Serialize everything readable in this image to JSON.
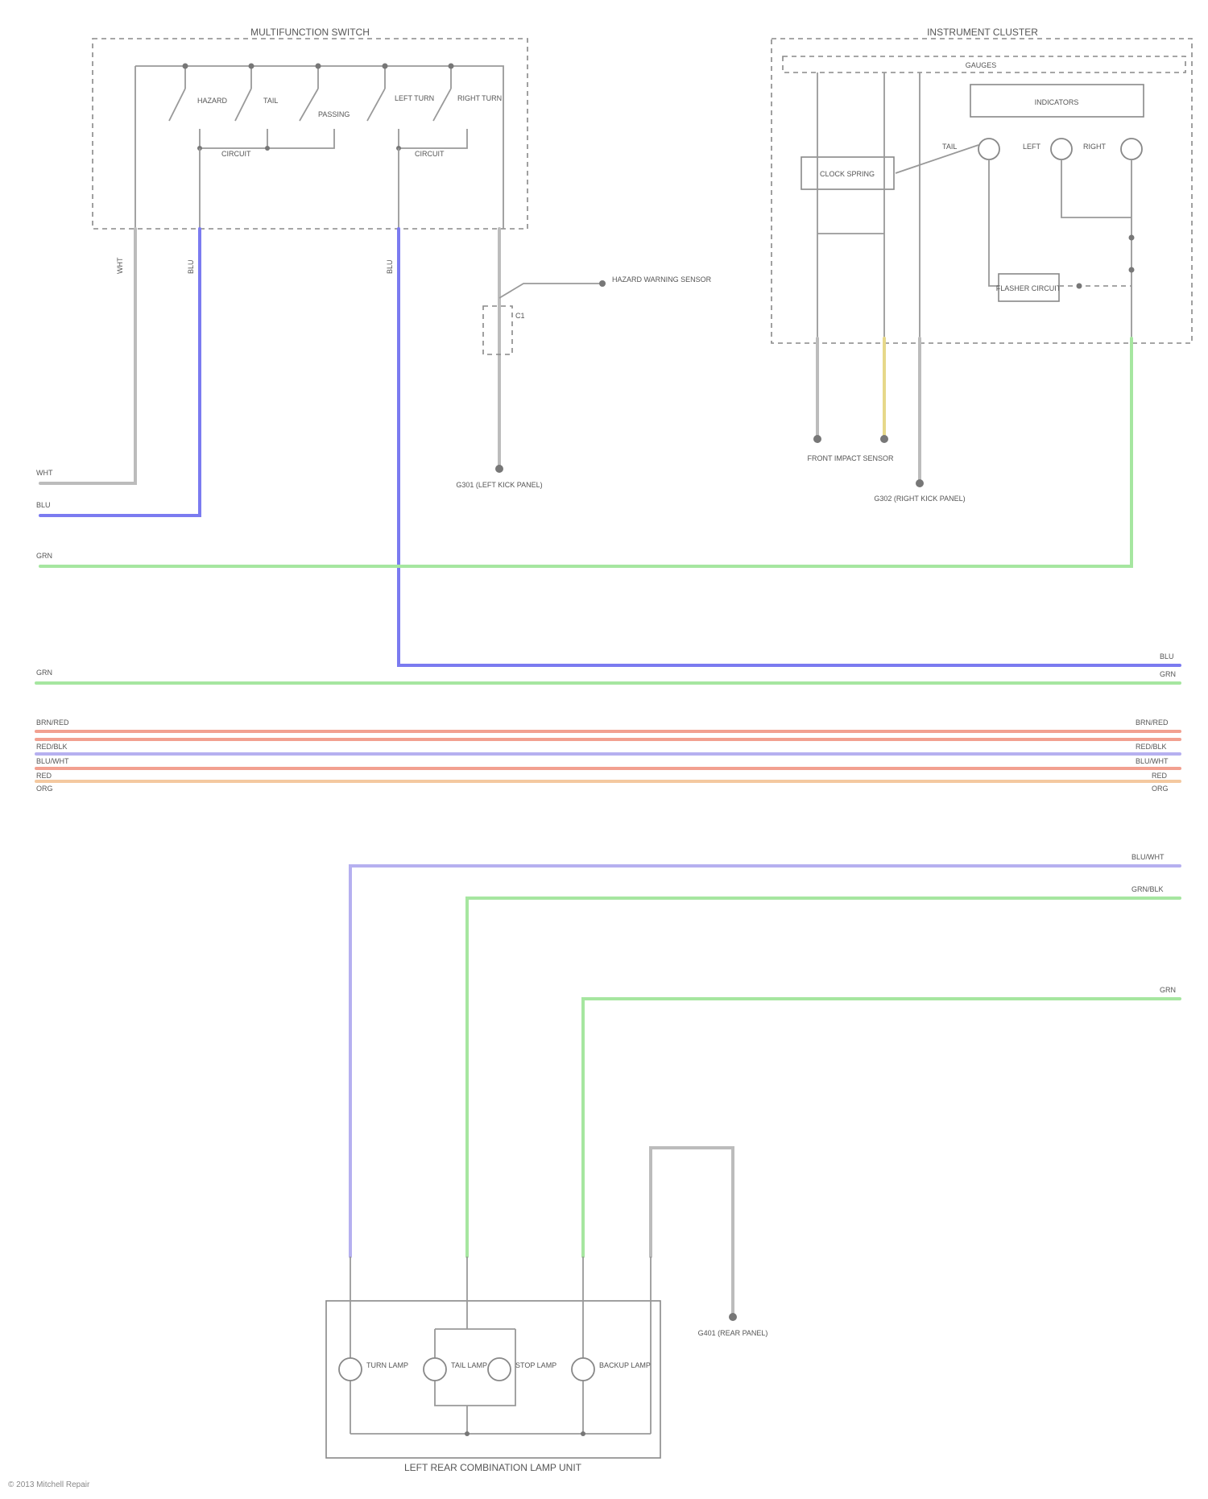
{
  "diagram": {
    "multifunction_switch_title": "MULTIFUNCTION SWITCH",
    "instrument_cluster_title": "INSTRUMENT CLUSTER",
    "gauges_label": "GAUGES",
    "indicators_label": "INDICATORS",
    "switch_labels": [
      "HAZARD",
      "TAIL",
      "PASSING",
      "LEFT TURN",
      "RIGHT TURN"
    ],
    "flasher_label": "FLASHER CIRCUIT",
    "ground_labels": [
      "G301 (LEFT KICK PANEL)",
      "G302 (RIGHT KICK PANEL)",
      "G401 (REAR PANEL)"
    ],
    "hazard_sensor_label": "HAZARD WARNING SENSOR",
    "crash_sensor_label": "FRONT IMPACT SENSOR",
    "rear_lamp_title": "LEFT REAR COMBINATION LAMP UNIT",
    "lamp_labels": [
      "TURN LAMP",
      "TAIL LAMP",
      "STOP LAMP",
      "BACKUP LAMP"
    ],
    "wire_colors": [
      "WHT",
      "BLU",
      "GRN",
      "GRN",
      "BRN/RED",
      "RED/BLK",
      "BLU/WHT",
      "RED",
      "ORG",
      "BLU/WHT",
      "GRN/BLK",
      "GRN"
    ]
  },
  "footer": {
    "copyright": "© 2013 Mitchell Repair"
  }
}
